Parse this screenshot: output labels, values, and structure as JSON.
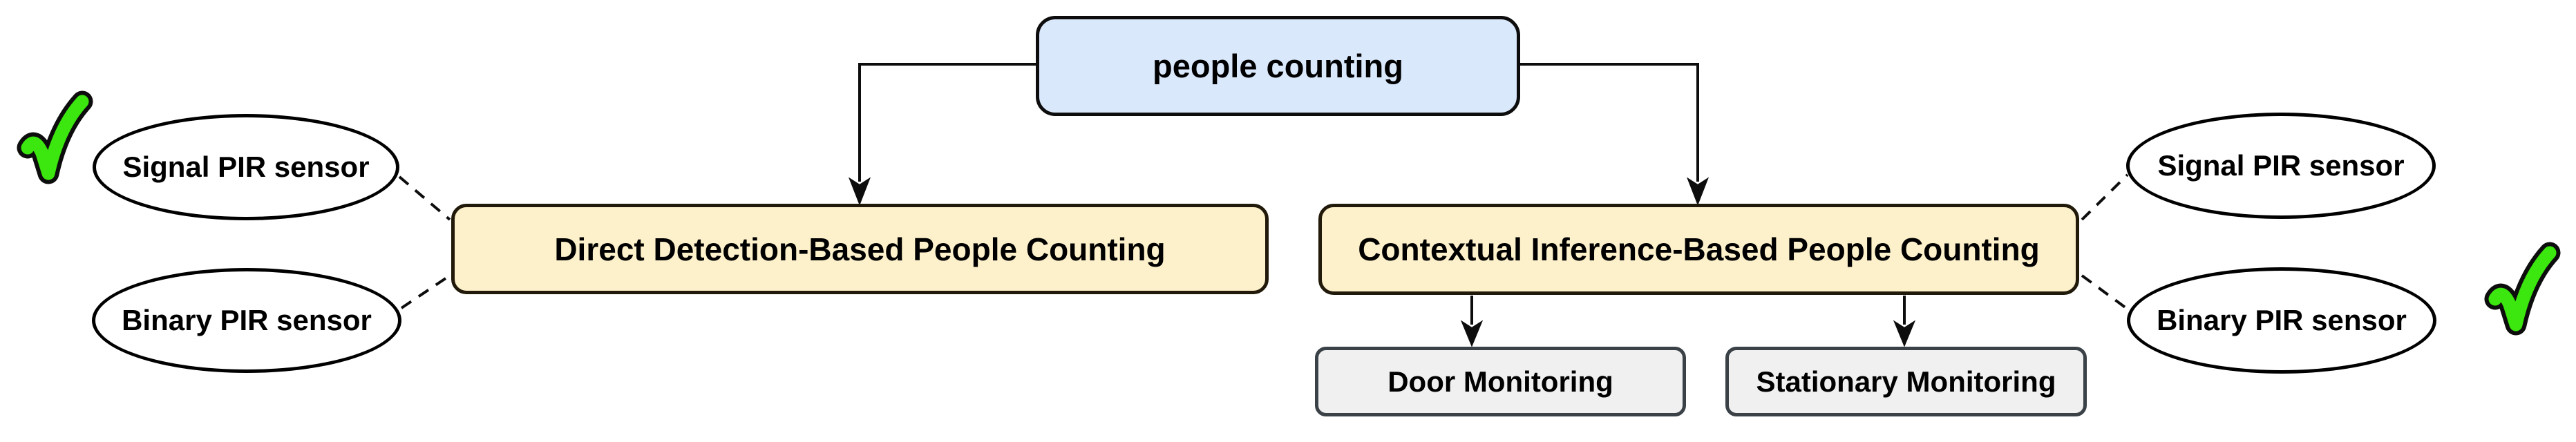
{
  "diagram": {
    "root": {
      "label": "people counting"
    },
    "branches": [
      {
        "label": "Direct Detection-Based People Counting"
      },
      {
        "label": "Contextual Inference-Based People Counting"
      }
    ],
    "sub_branches": [
      {
        "label": "Door Monitoring"
      },
      {
        "label": "Stationary Monitoring"
      }
    ],
    "left_sensors": [
      {
        "label": "Signal PIR sensor"
      },
      {
        "label": "Binary PIR sensor"
      }
    ],
    "right_sensors": [
      {
        "label": "Signal PIR sensor"
      },
      {
        "label": "Binary PIR sensor"
      }
    ],
    "icons": {
      "left_check": "green-check",
      "right_check": "green-check"
    },
    "colors": {
      "root_fill": "#dae8fc",
      "branch_fill": "#fdf1cb",
      "branch_border": "#211a0b",
      "leaf_fill": "#f0f0f0",
      "leaf_border": "#3a4147",
      "ellipse_fill": "#ffffff",
      "line": "#0d0d0d",
      "check_green": "#3ce60f"
    }
  }
}
